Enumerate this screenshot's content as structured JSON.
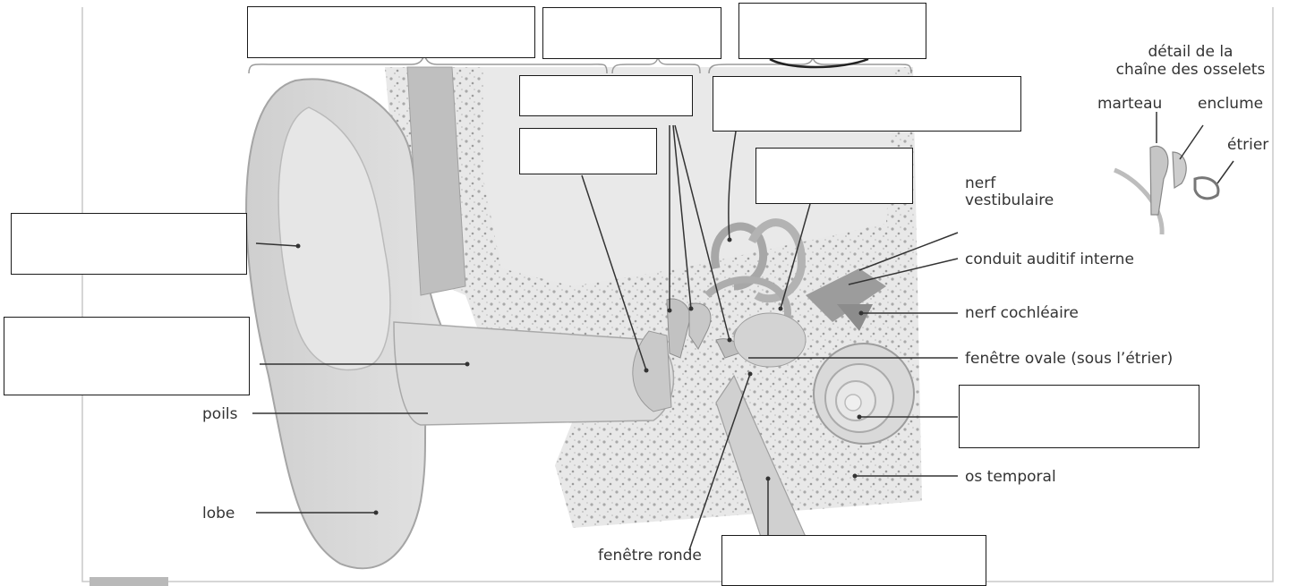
{
  "labels": {
    "poils": "poils",
    "lobe": "lobe",
    "fenetre_ronde": "fenêtre ronde",
    "nerf_vestibulaire_1": "nerf",
    "nerf_vestibulaire_2": "vestibulaire",
    "conduit_auditif_interne": "conduit auditif interne",
    "nerf_cochleaire": "nerf cochléaire",
    "fenetre_ovale": "fenêtre ovale (sous l’étrier)",
    "os_temporal": "os temporal"
  },
  "detail": {
    "title_1": "détail de la",
    "title_2": "chaîne des osselets",
    "marteau": "marteau",
    "enclume": "enclume",
    "etrier": "étrier"
  },
  "colors": {
    "background": "#ffffff",
    "anatomy_fill": "#d6d6d6",
    "anatomy_shade": "#bdbdbd",
    "bone_texture": "#9a9a9a",
    "leader_line": "#333333",
    "box_border": "#1a1a1a"
  }
}
